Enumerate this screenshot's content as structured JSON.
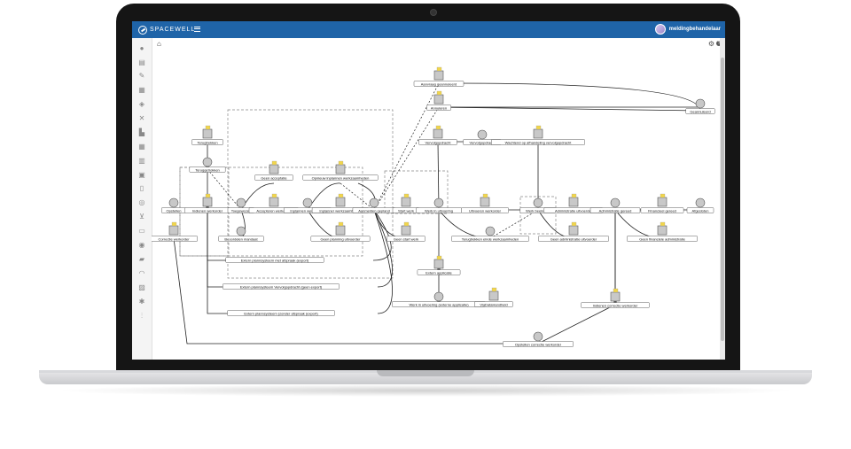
{
  "app": {
    "logo_text": "SPACEWELL",
    "user_name": "meldingbehandelaar"
  },
  "workflow": {
    "nodes": [
      {
        "id": "aanvraag_geannuleerd",
        "label": "Aanvraag geannuleerd"
      },
      {
        "id": "annuleren",
        "label": "Annuleren"
      },
      {
        "id": "geannuleerd",
        "label": "Geannuleerd"
      },
      {
        "id": "vervolgopdracht",
        "label": "Vervolgopdracht"
      },
      {
        "id": "vervolgopdracht2",
        "label": "Vervolgopdracht"
      },
      {
        "id": "wachtend_afhandeling",
        "label": "Wachtend op afhandeling vervolgopdracht"
      },
      {
        "id": "terugtrekken",
        "label": "Terugtrekken"
      },
      {
        "id": "teruggetrokken",
        "label": "Teruggetrokken"
      },
      {
        "id": "geen_acceptatie",
        "label": "Geen acceptatie"
      },
      {
        "id": "opnieuw_inplannen",
        "label": "Opnieuw inplannen werkzaamheden"
      },
      {
        "id": "opstellen",
        "label": "Opstellen"
      },
      {
        "id": "indienen_werkorder",
        "label": "Indienen werkorder"
      },
      {
        "id": "toegewezen",
        "label": "Toegewezen"
      },
      {
        "id": "accepteren_werkorder",
        "label": "Accepteren werkorder"
      },
      {
        "id": "inplannen_werkzaamh",
        "label": "Inplannen werkzaamh"
      },
      {
        "id": "inplanner_werkzaamheden",
        "label": "Inplanner werkzaamheden"
      },
      {
        "id": "aanmelden_gepland",
        "label": "Aanmelden gepland"
      },
      {
        "id": "start_werk",
        "label": "Start werk"
      },
      {
        "id": "werk_in_uitvoering",
        "label": "Werk in uitvoering"
      },
      {
        "id": "uitvoeren_werkorder",
        "label": "Uitvoeren werkorder"
      },
      {
        "id": "werk_beeindigd",
        "label": "Werk beeindigd"
      },
      {
        "id": "administratie_uitvoerder",
        "label": "Administratie uitvoerder"
      },
      {
        "id": "administratie_gereed",
        "label": "Administratie gereed"
      },
      {
        "id": "financieel_gereed",
        "label": "Financieel gereed"
      },
      {
        "id": "afgesloten",
        "label": "Afgesloten"
      },
      {
        "id": "correctie_werkorder",
        "label": "Correctie werkorder"
      },
      {
        "id": "beoordelen_mandaat",
        "label": "Beoordelen mandaat"
      },
      {
        "id": "geen_planning_uitvoerder",
        "label": "Geen planning uitvoerder"
      },
      {
        "id": "geen_start_werk",
        "label": "Geen start werk"
      },
      {
        "id": "terugtrekken_eindwerk",
        "label": "Terugtrekken einde werkzaamheden"
      },
      {
        "id": "geen_admin_uitvoerder",
        "label": "Geen administratie uitvoerder"
      },
      {
        "id": "geen_financiele_admin",
        "label": "Geen financiele administratie"
      },
      {
        "id": "extern_planner_afspraak",
        "label": "Extern plannsysteem met afspraak (export)"
      },
      {
        "id": "extern_planner_vervolg",
        "label": "Extern plannsysteem Vervolgopdracht (geen export)"
      },
      {
        "id": "extern_planner_zonder",
        "label": "Extern plannsysteem (zonder afspraak (export)"
      },
      {
        "id": "extern_applicatie",
        "label": "Extern applicatie"
      },
      {
        "id": "werk_externe_applicatie",
        "label": "Werk in uitvoering (externe applicatie)"
      },
      {
        "id": "via_data_handheld",
        "label": "ViaDataHandheld"
      },
      {
        "id": "indienen_correctie",
        "label": "Indienen correctie werkorder"
      },
      {
        "id": "opstellen_correctie",
        "label": "Opstellen correctie werkorder"
      }
    ]
  },
  "colors": {
    "topbar": "#1f64a8",
    "node_fill": "#c8c8c8",
    "node_stroke": "#555555",
    "edge": "#222222",
    "badge": "#f2d64b"
  }
}
